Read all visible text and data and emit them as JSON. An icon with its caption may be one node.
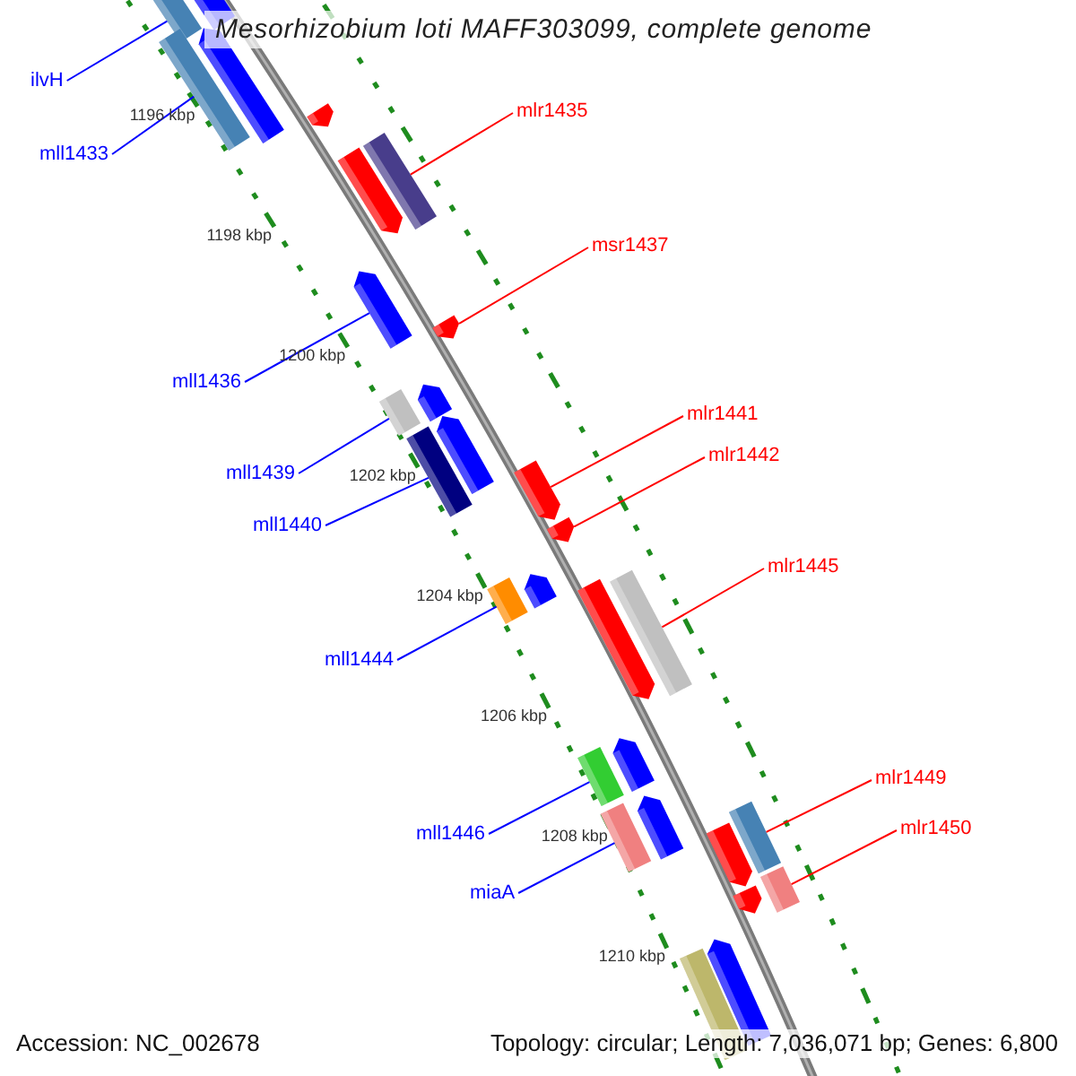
{
  "diagram": {
    "title": "Mesorhizobium loti MAFF303099, complete genome",
    "nodes": [
      {
        "text": [
          "ilvH"
        ]
      },
      {
        "text": [
          "mlr1435"
        ]
      },
      {
        "text": [
          "mll1433"
        ]
      },
      {
        "text": [
          "msr1437"
        ]
      },
      {
        "text": [
          "mll1436"
        ]
      },
      {
        "text": [
          "mlr1441"
        ]
      },
      {
        "text": [
          "mlr1442"
        ]
      },
      {
        "text": [
          "mll1439"
        ]
      },
      {
        "text": [
          "mll1440"
        ]
      },
      {
        "text": [
          "mlr1445"
        ]
      },
      {
        "text": [
          "mll1444"
        ]
      },
      {
        "text": [
          "mlr1449"
        ]
      },
      {
        "text": [
          "mlr1450"
        ]
      },
      {
        "text": [
          "mll1446"
        ]
      },
      {
        "text": [
          "miaA"
        ]
      },
      {
        "text": [],
        "shape": "box"
      },
      {
        "text": [],
        "shape": "box"
      },
      {
        "text": [],
        "shape": "box"
      },
      {
        "text": [],
        "shape": "arrow"
      },
      {
        "text": [],
        "shape": "arrow"
      },
      {
        "text": [],
        "shape": "arrow"
      },
      {
        "text": [],
        "shape": "arrow"
      },
      {
        "text": [],
        "shape": "box"
      },
      {
        "text": [],
        "shape": "box"
      },
      {
        "text": [],
        "shape": "box"
      },
      {
        "text": [],
        "shape": "box"
      },
      {
        "text": [],
        "shape": "box"
      },
      {
        "text": [],
        "shape": "box"
      },
      {
        "text": [],
        "shape": "box"
      },
      {
        "text": [],
        "shape": "box"
      },
      {
        "text": [],
        "shape": "arrow"
      },
      {
        "text": [],
        "shape": "arrow"
      },
      {
        "text": [],
        "shape": "arrow"
      },
      {
        "text": [],
        "shape": "arrow"
      },
      {
        "text": [],
        "shape": "arrow"
      },
      {
        "text": [],
        "shape": "arrow"
      },
      {
        "text": [],
        "shape": "arrow"
      },
      {
        "text": [],
        "shape": "arrow"
      },
      {
        "text": [],
        "shape": "arrow"
      },
      {
        "text": [],
        "shape": "arrow"
      },
      {
        "text": [],
        "shape": "arrow"
      },
      {
        "text": [],
        "shape": "arrow"
      },
      {
        "text": [],
        "shape": "box"
      },
      {
        "text": [],
        "shape": "arrow"
      }
    ],
    "edges": [
      {
        "from": 0,
        "to": 15,
        "arrow": "none",
        "color": "#0000ff"
      },
      {
        "from": 1,
        "to": 16,
        "arrow": "none",
        "color": "#ff0000"
      },
      {
        "from": 2,
        "to": 17,
        "arrow": "none",
        "color": "#0000ff"
      },
      {
        "from": 3,
        "to": 18,
        "arrow": "none",
        "color": "#ff0000"
      },
      {
        "from": 4,
        "to": 19,
        "arrow": "none",
        "color": "#0000ff"
      },
      {
        "from": 5,
        "to": 20,
        "arrow": "none",
        "color": "#ff0000"
      },
      {
        "from": 6,
        "to": 21,
        "arrow": "none",
        "color": "#ff0000"
      },
      {
        "from": 7,
        "to": 22,
        "arrow": "none",
        "color": "#0000ff"
      },
      {
        "from": 8,
        "to": 23,
        "arrow": "none",
        "color": "#0000ff"
      },
      {
        "from": 9,
        "to": 24,
        "arrow": "none",
        "color": "#ff0000"
      },
      {
        "from": 10,
        "to": 25,
        "arrow": "none",
        "color": "#0000ff"
      },
      {
        "from": 11,
        "to": 26,
        "arrow": "none",
        "color": "#ff0000"
      },
      {
        "from": 12,
        "to": 27,
        "arrow": "none",
        "color": "#ff0000"
      },
      {
        "from": 13,
        "to": 28,
        "arrow": "none",
        "color": "#0000ff"
      },
      {
        "from": 14,
        "to": 29,
        "arrow": "none",
        "color": "#0000ff"
      }
    ],
    "labels": [
      "1196 kbp",
      "1198 kbp",
      "1200 kbp",
      "1202 kbp",
      "1204 kbp",
      "1206 kbp",
      "1208 kbp",
      "1210 kbp",
      "Accession: NC_002678",
      "Topology: circular; Length: 7,036,071 bp; Genes: 6,800"
    ]
  }
}
